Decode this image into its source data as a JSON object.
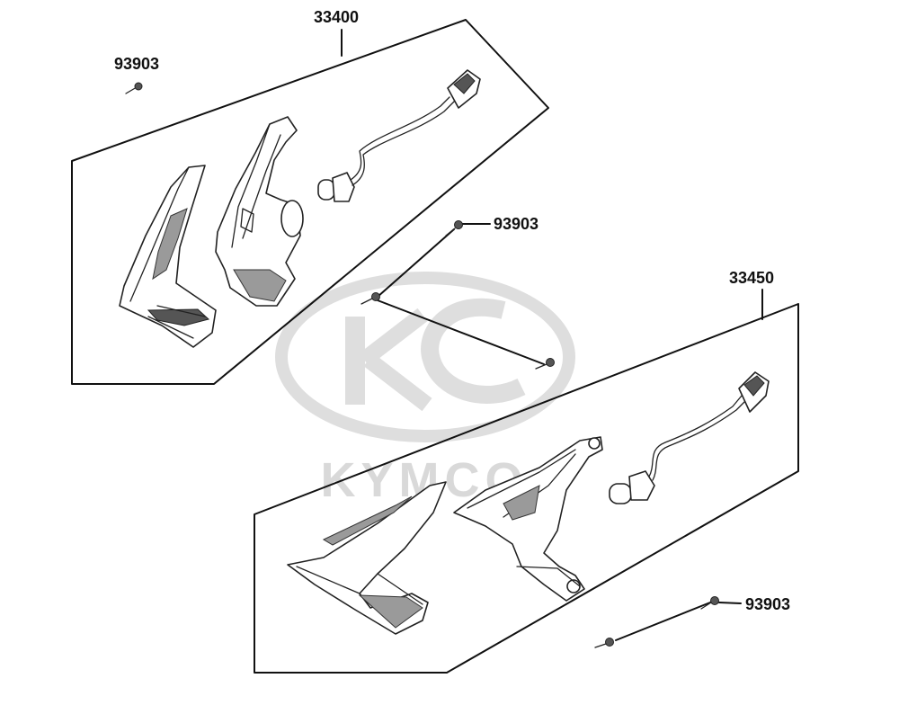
{
  "watermark": {
    "brand": "KYMCO",
    "color": "#d9d9d9"
  },
  "labels": {
    "assy_left": "33400",
    "assy_right": "33450",
    "screw_top_left": "93903",
    "screw_middle": "93903",
    "screw_bottom_right": "93903"
  },
  "colors": {
    "line": "#111111",
    "background": "#ffffff"
  }
}
